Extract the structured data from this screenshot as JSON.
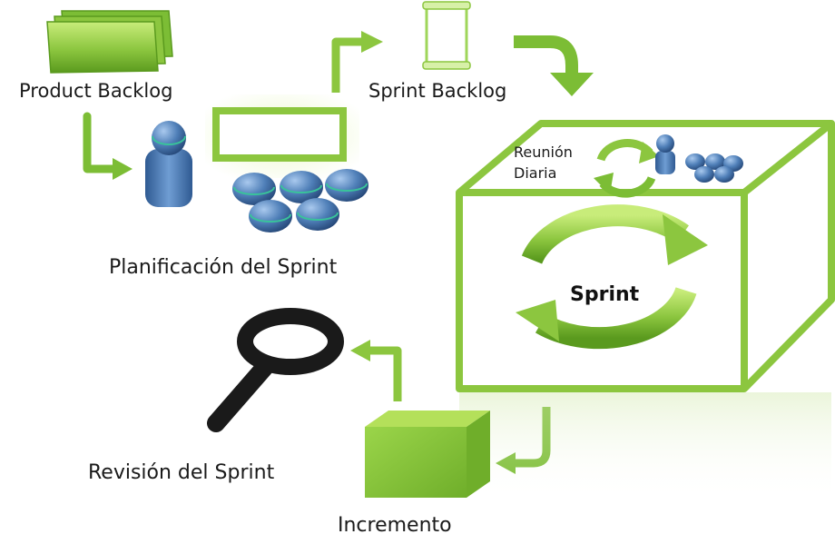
{
  "diagram": {
    "title": "",
    "labels": {
      "product_backlog": "Product Backlog",
      "sprint_backlog": "Sprint Backlog",
      "planificacion": "Planificación del Sprint",
      "reunion_line1": "Reunión",
      "reunion_line2": "Diaria",
      "sprint": "Sprint",
      "revision": "Revisión del Sprint",
      "incremento": "Incremento"
    },
    "colors": {
      "accent_green": "#8cc63f",
      "dark_green": "#5a9a1e",
      "light_green": "#b4e05a",
      "person_blue": "#4f7fb8",
      "text": "#1a1a1a",
      "background": "#ffffff"
    },
    "icons": [
      "product-backlog-stack-icon",
      "sprint-backlog-scroll-icon",
      "planning-board-icon",
      "product-owner-person-icon",
      "team-group-icon",
      "daily-meeting-cycle-icon",
      "sprint-cycle-icon",
      "magnifier-icon",
      "increment-cube-icon"
    ]
  }
}
